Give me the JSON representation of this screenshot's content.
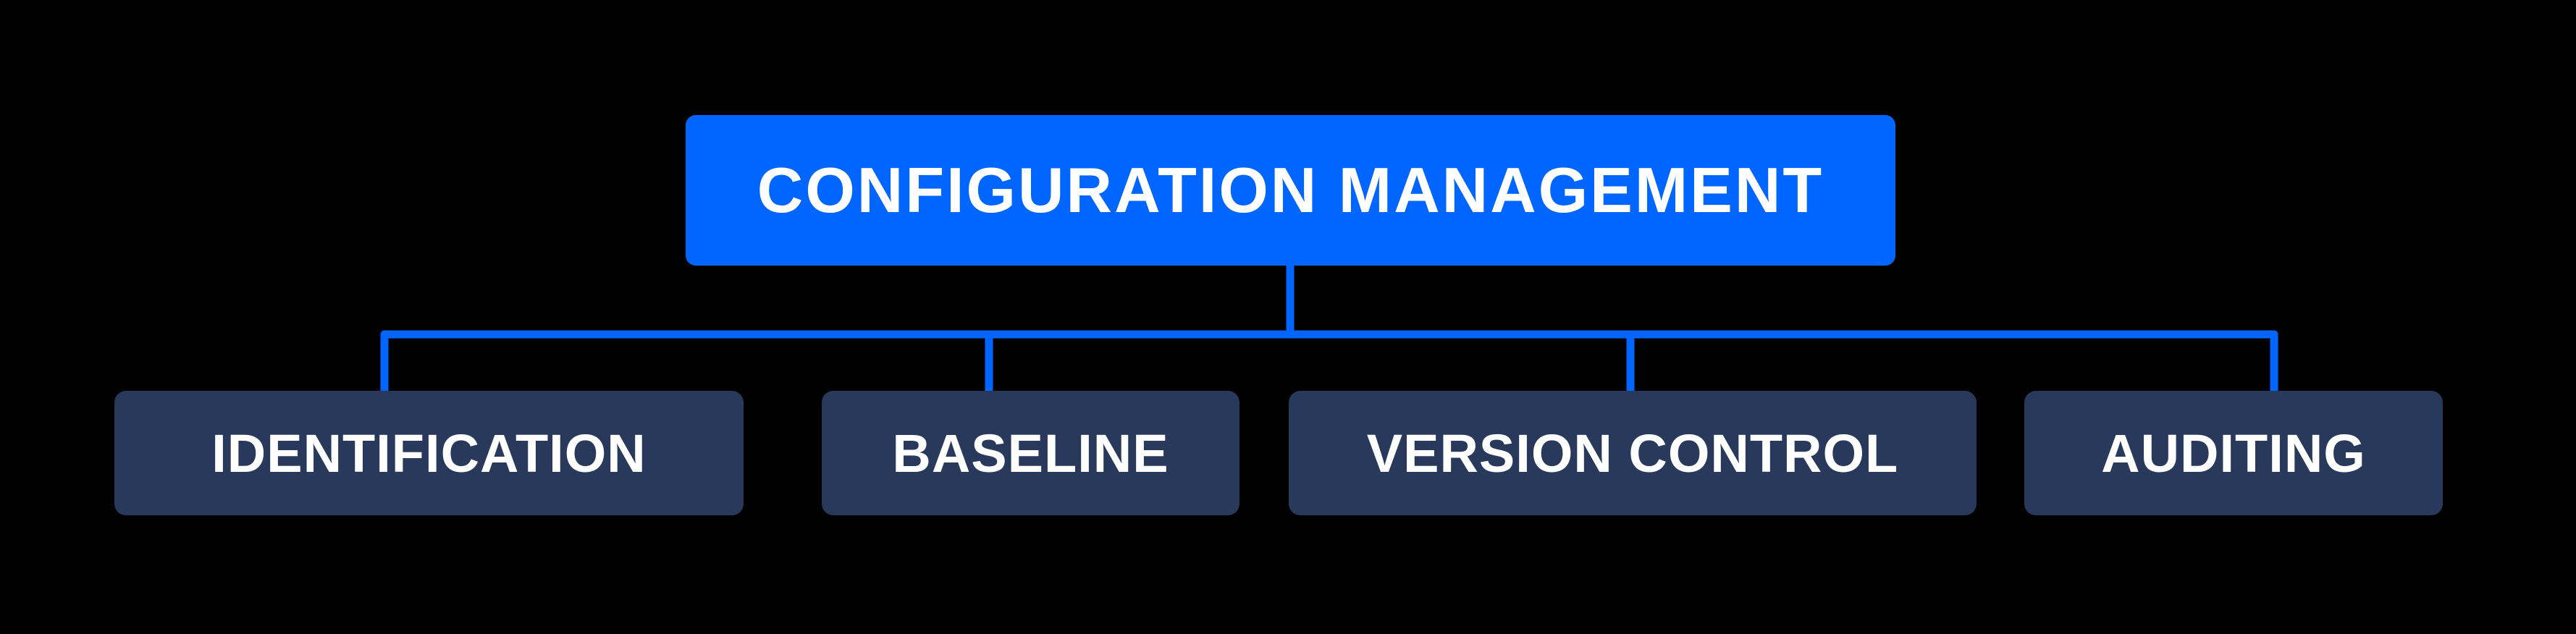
{
  "diagram": {
    "root": {
      "label": "CONFIGURATION MANAGEMENT"
    },
    "children": [
      {
        "label": "IDENTIFICATION"
      },
      {
        "label": "BASELINE"
      },
      {
        "label": "VERSION CONTROL"
      },
      {
        "label": "AUDITING"
      }
    ],
    "colors": {
      "background": "#000000",
      "root_fill": "#0066FF",
      "connector": "#0066FF",
      "child_fill": "#28395B",
      "text": "#FFFFFF"
    }
  }
}
